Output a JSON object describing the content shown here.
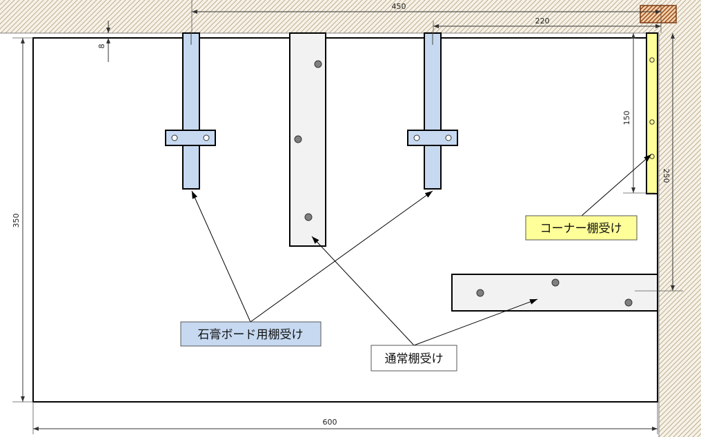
{
  "dimensions": {
    "plasterboard_distance": "450",
    "bracket_distance": "220",
    "wall_gap": "8",
    "depth": "350",
    "width": "600",
    "corner_length": "150",
    "horizontal_bracket_distance": "250"
  },
  "labels": {
    "plasterboard_bracket": "石膏ボード用棚受け",
    "normal_bracket": "通常棚受け",
    "corner_bracket": "コーナー棚受け"
  },
  "colors": {
    "plasterboard_bracket": "#c6d9f1",
    "normal_bracket": "#f2f2f2",
    "corner_bracket": "#ffff99",
    "screw": "#808080",
    "label_plain": "#ffffff"
  }
}
